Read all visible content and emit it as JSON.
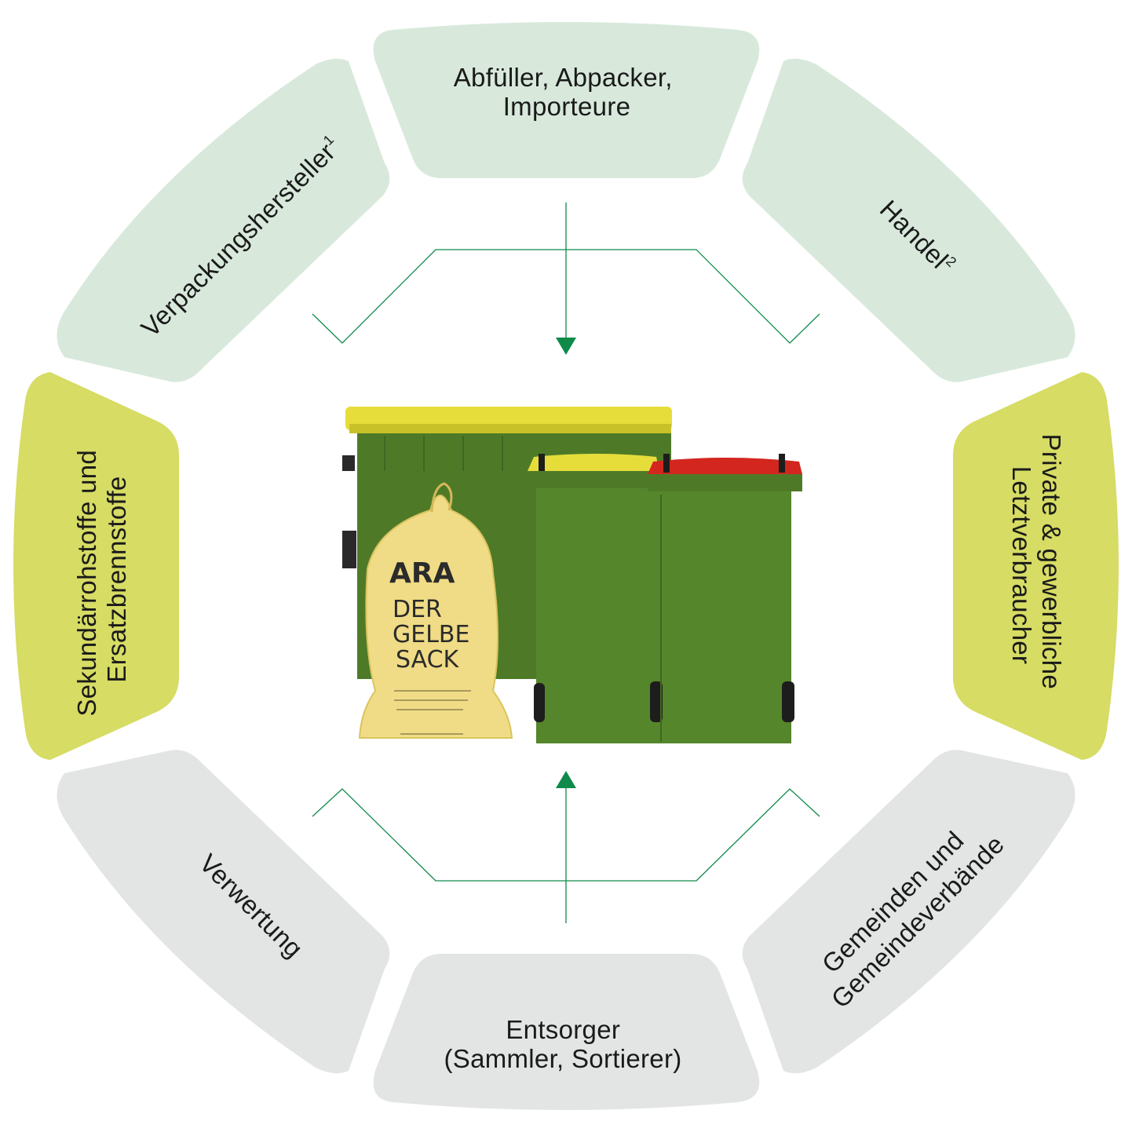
{
  "colors": {
    "green_segment": "#d8e9dc",
    "yellow_segment": "#d6dc64",
    "grey_segment": "#e3e4e4",
    "arrow_green": "#0f8a4a",
    "bin_green": "#4e7a28",
    "lid_yellow": "#e6dd3a",
    "lid_red": "#d3261e",
    "bag_yellow": "#f0dc86"
  },
  "segments": {
    "top": {
      "lines": [
        "Abfüller, Abpacker,",
        "Importeure"
      ]
    },
    "top_right": {
      "text": "Handel",
      "sup": "2"
    },
    "right": {
      "lines": [
        "Private & gewerbliche",
        "Letztverbraucher"
      ]
    },
    "bottom_right": {
      "lines": [
        "Gemeinden und",
        "Gemeindeverbände"
      ]
    },
    "bottom": {
      "lines": [
        "Entsorger",
        "(Sammler, Sortierer)"
      ]
    },
    "bottom_left": {
      "text": "Verwertung"
    },
    "left": {
      "lines": [
        "Sekundärrohstoffe und",
        "Ersatzbrennstoffe"
      ]
    },
    "top_left": {
      "text": "Verpackungshersteller",
      "sup": "1"
    }
  },
  "center_image": {
    "bag_brand": "ARA",
    "bag_line1": "DER",
    "bag_line2": "GELBE",
    "bag_line3": "SACK"
  }
}
